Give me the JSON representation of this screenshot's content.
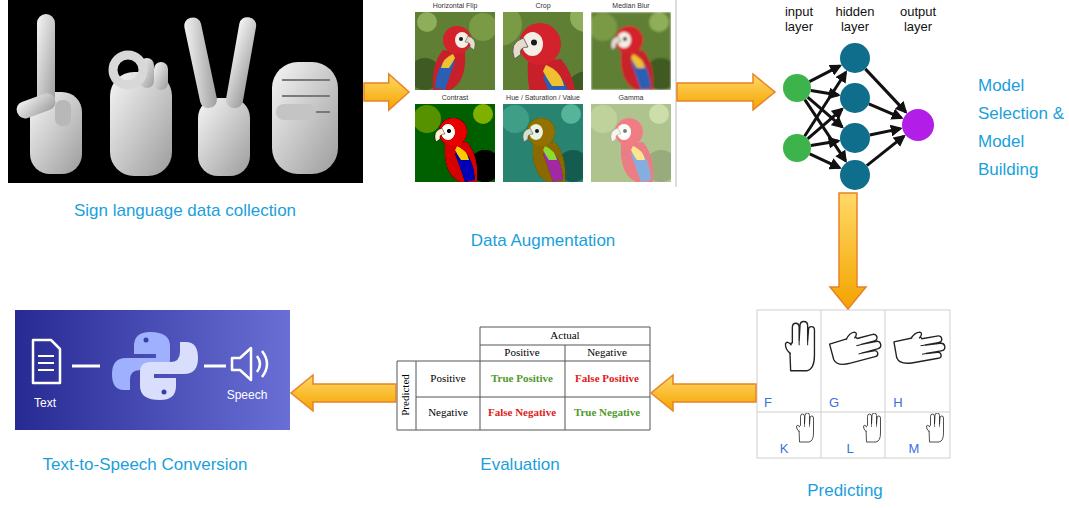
{
  "diagram": {
    "nodes": [
      {
        "text": [
          "Sign language data collection"
        ]
      },
      {
        "text": [
          "Data Augmentation",
          "Horizontal Flip",
          "Crop",
          "Median Blur",
          "Contrast",
          "Hue / Saturation / Value",
          "Gamma"
        ]
      },
      {
        "text": [
          "Model Selection & Model Building",
          "input layer",
          "hidden layer",
          "output layer"
        ]
      },
      {
        "text": [
          "Predicting",
          "F",
          "G",
          "H",
          "K",
          "L",
          "M"
        ]
      },
      {
        "text": [
          "Evaluation",
          "Actual",
          "Positive",
          "Negative",
          "Predicted",
          "Positive",
          "True Positive",
          "False Positive",
          "Negative",
          "False Negative",
          "True Negative"
        ]
      },
      {
        "text": [
          "Text-to-Speech Conversion",
          "Text",
          "Speech"
        ]
      }
    ],
    "edges": [
      {
        "from": 0,
        "to": 1,
        "arrow": "to"
      },
      {
        "from": 1,
        "to": 2,
        "arrow": "to"
      },
      {
        "from": 2,
        "to": 3,
        "arrow": "to"
      },
      {
        "from": 3,
        "to": 4,
        "arrow": "to"
      },
      {
        "from": 4,
        "to": 5,
        "arrow": "to"
      }
    ]
  }
}
